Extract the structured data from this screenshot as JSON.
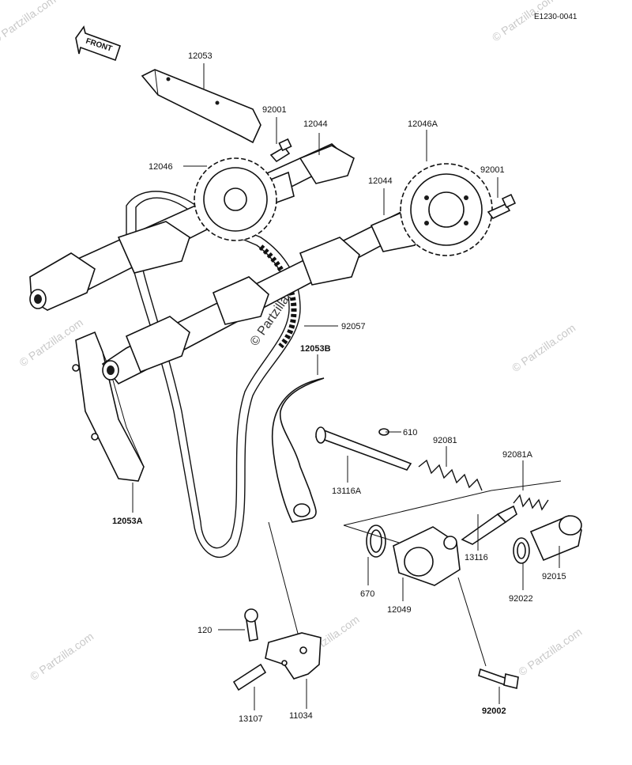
{
  "diagram_ref": "E1230-0041",
  "front_tag": "FRONT",
  "watermark_small": "© Partzilla.com",
  "watermark_center": "© Partzilla.com",
  "labels": {
    "p12053": "12053",
    "p92001_left": "92001",
    "p12044_left": "12044",
    "p12046": "12046",
    "p12046A": "12046A",
    "p92001_right": "92001",
    "p12044_right": "12044",
    "p92057": "92057",
    "p12053B": "12053B",
    "p610": "610",
    "p92081": "92081",
    "p92081A": "92081A",
    "p12053A": "12053A",
    "p13116A": "13116A",
    "p13116": "13116",
    "p670": "670",
    "p12049": "12049",
    "p92022": "92022",
    "p92015": "92015",
    "p120": "120",
    "p92002": "92002",
    "p13107": "13107",
    "p11034": "11034"
  }
}
